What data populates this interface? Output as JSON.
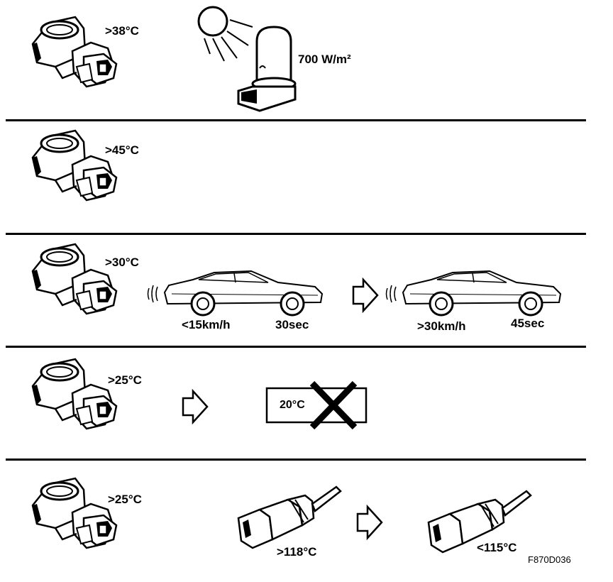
{
  "rows": [
    {
      "temp": ">38°C",
      "irradiance": "700 W/m²"
    },
    {
      "temp": ">45°C"
    },
    {
      "temp": ">30°C",
      "speed_low": "<15km/h",
      "time_low": "30sec",
      "speed_high": ">30km/h",
      "time_high": "45sec"
    },
    {
      "temp": ">25°C",
      "display_temp": "20°C"
    },
    {
      "temp": ">25°C",
      "sensor_high": ">118°C",
      "sensor_low": "<115°C"
    }
  ],
  "figure_code": "F870D036"
}
